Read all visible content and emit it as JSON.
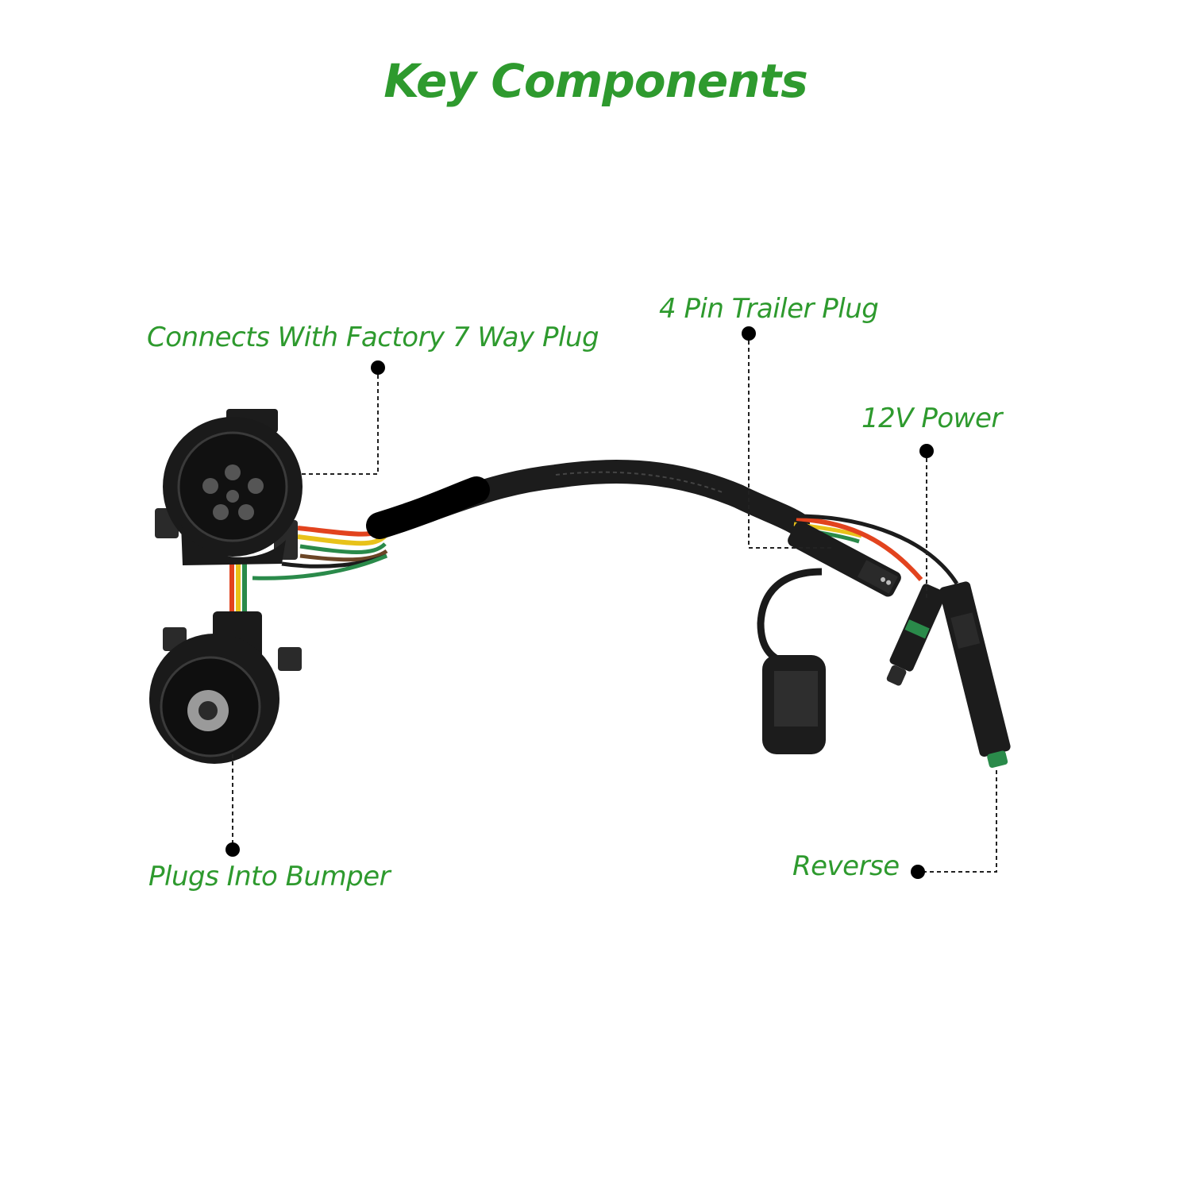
{
  "title": "Key Components",
  "colors": {
    "accent": "#2e9a2e",
    "connector": "#1c1c1c",
    "wire_red": "#e2431e",
    "wire_yellow": "#e8c21a",
    "wire_green": "#2a8a4a",
    "wire_brown": "#6b4526"
  },
  "callouts": {
    "factory_plug": "Connects With Factory 7 Way Plug",
    "trailer_plug": "4 Pin Trailer Plug",
    "power": "12V Power",
    "bumper": "Plugs Into Bumper",
    "reverse": "Reverse"
  },
  "icons": {
    "factory_plug": "round-7-way-socket",
    "bumper_plug": "round-7-way-plug",
    "trailer_plug": "flat-4-pin-connector",
    "power": "sealed-2-pin-connector",
    "reverse": "sealed-2-pin-connector"
  }
}
